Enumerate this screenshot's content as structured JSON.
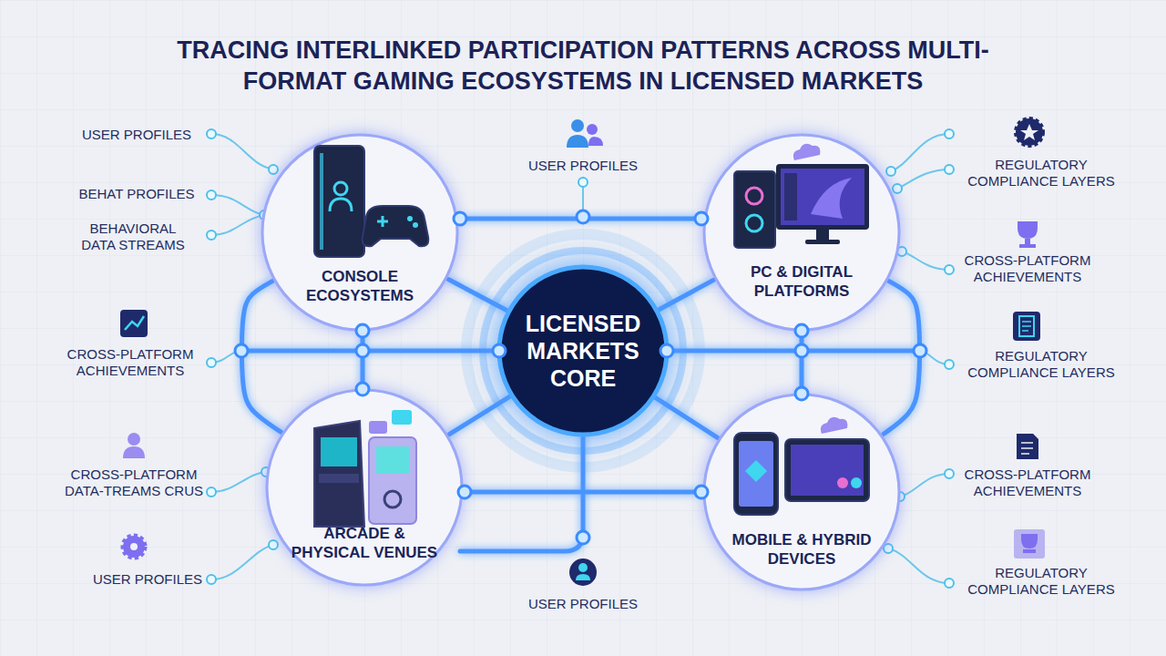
{
  "diagram": {
    "title": "TRACING INTERLINKED PARTICIPATION PATTERNS ACROSS MULTI-FORMAT GAMING ECOSYSTEMS IN LICENSED MARKETS",
    "nodes": [
      {
        "text": [
          "CONSOLE ECOSYSTEMS"
        ]
      },
      {
        "text": [
          "PC & DIGITAL PLATFORMS"
        ]
      },
      {
        "text": [
          "LICENSED MARKETS CORE"
        ]
      },
      {
        "text": [
          "ARCADE & PHYSICAL VENUES"
        ]
      },
      {
        "text": [
          "MOBILE & HYBRID DEVICES"
        ]
      }
    ],
    "edges": [
      {
        "from": 2,
        "to": 0,
        "arrow": "none"
      },
      {
        "from": 2,
        "to": 1,
        "arrow": "none"
      },
      {
        "from": 2,
        "to": 3,
        "arrow": "none"
      },
      {
        "from": 2,
        "to": 4,
        "arrow": "none"
      },
      {
        "from": 0,
        "to": 1,
        "arrow": "none"
      },
      {
        "from": 3,
        "to": 4,
        "arrow": "none"
      },
      {
        "from": 0,
        "to": 3,
        "arrow": "none"
      },
      {
        "from": 1,
        "to": 4,
        "arrow": "none"
      }
    ],
    "labels": [
      "USER PROFILES",
      "BEHAT PROFILES",
      "BEHAVIORAL DATA STREAMS",
      "CROSS-PLATFORM ACHIEVEMENTS",
      "CROSS-PLATFORM DATA-TREAMS CRUS",
      "USER PROFILES",
      "USER PROFILES",
      "USER PROFILES",
      "REGULATORY COMPLIANCE LAYERS",
      "CROSS-PLATFORM ACHIEVEMENTS",
      "REGULATORY COMPLIANCE LAYERS",
      "CROSS-PLATFORM ACHIEVEMENTS",
      "REGULATORY COMPLIANCE LAYERS"
    ]
  }
}
